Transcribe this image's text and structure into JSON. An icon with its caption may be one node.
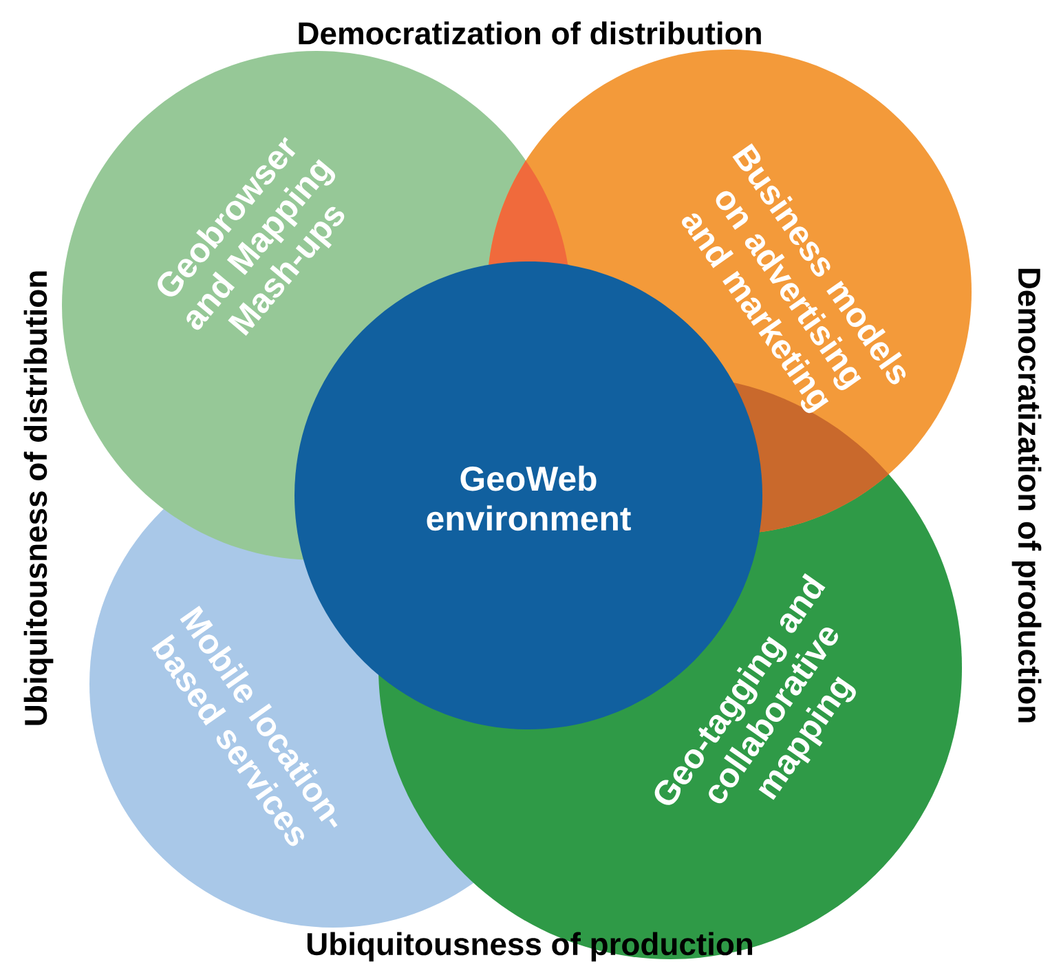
{
  "diagram": {
    "nodes": [
      {
        "text": [
          "Geobrowser and Mapping Mash-ups"
        ]
      },
      {
        "text": [
          "Business models on advertising and marketing"
        ]
      },
      {
        "text": [
          "GeoWeb environment"
        ]
      },
      {
        "text": [
          "Mobile location-based services"
        ]
      },
      {
        "text": [
          "Geo-tagging and collaborative mapping"
        ]
      }
    ],
    "labels": [
      "Democratization of distribution",
      "Ubiquitousness of distribution",
      "Democratization of production",
      "Ubiquitousness of production"
    ]
  }
}
